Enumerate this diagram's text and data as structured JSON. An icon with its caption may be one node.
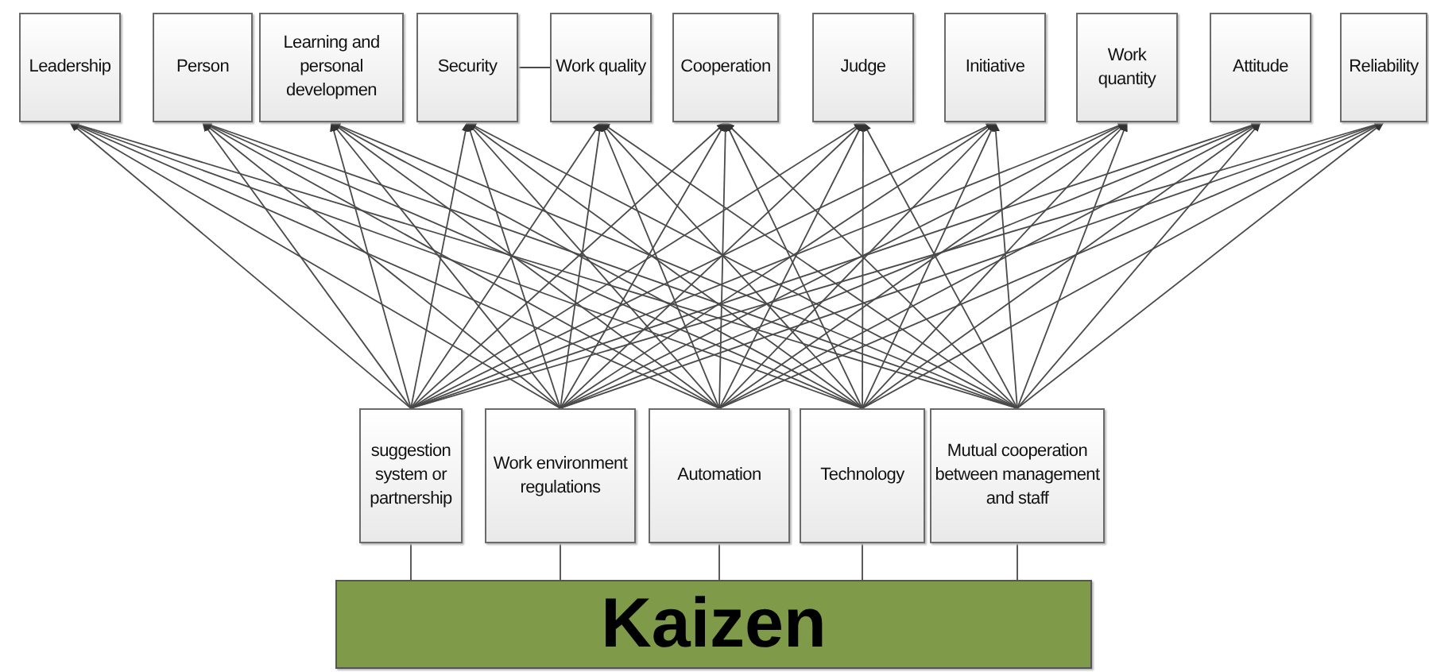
{
  "diagram": {
    "nodes": [
      {
        "text": [
          "Leadership"
        ]
      },
      {
        "text": [
          "Person"
        ]
      },
      {
        "text": [
          "Learning and personal developmen"
        ]
      },
      {
        "text": [
          "Security"
        ]
      },
      {
        "text": [
          "Work quality"
        ]
      },
      {
        "text": [
          "Cooperation"
        ]
      },
      {
        "text": [
          "Judge"
        ]
      },
      {
        "text": [
          "Initiative"
        ]
      },
      {
        "text": [
          "Work quantity"
        ]
      },
      {
        "text": [
          "Attitude"
        ]
      },
      {
        "text": [
          "Reliability"
        ]
      },
      {
        "text": [
          "suggestion system or partnership"
        ]
      },
      {
        "text": [
          "Work environment regulations"
        ]
      },
      {
        "text": [
          "Automation"
        ]
      },
      {
        "text": [
          "Technology"
        ]
      },
      {
        "text": [
          "Mutual cooperation between management and staff"
        ]
      },
      {
        "text": [
          "Kaizen"
        ]
      }
    ],
    "edges": [
      {
        "from": 16,
        "to": 11,
        "arrow": "none"
      },
      {
        "from": 16,
        "to": 12,
        "arrow": "none"
      },
      {
        "from": 16,
        "to": 13,
        "arrow": "none"
      },
      {
        "from": 16,
        "to": 14,
        "arrow": "none"
      },
      {
        "from": 16,
        "to": 15,
        "arrow": "none"
      },
      {
        "from": 3,
        "to": 4,
        "arrow": "none"
      },
      {
        "from": 11,
        "to": 0,
        "arrow": "to"
      },
      {
        "from": 11,
        "to": 1,
        "arrow": "to"
      },
      {
        "from": 11,
        "to": 2,
        "arrow": "to"
      },
      {
        "from": 11,
        "to": 3,
        "arrow": "to"
      },
      {
        "from": 11,
        "to": 4,
        "arrow": "to"
      },
      {
        "from": 11,
        "to": 5,
        "arrow": "to"
      },
      {
        "from": 11,
        "to": 6,
        "arrow": "to"
      },
      {
        "from": 11,
        "to": 7,
        "arrow": "to"
      },
      {
        "from": 11,
        "to": 8,
        "arrow": "to"
      },
      {
        "from": 11,
        "to": 9,
        "arrow": "to"
      },
      {
        "from": 11,
        "to": 10,
        "arrow": "to"
      },
      {
        "from": 12,
        "to": 0,
        "arrow": "to"
      },
      {
        "from": 12,
        "to": 1,
        "arrow": "to"
      },
      {
        "from": 12,
        "to": 2,
        "arrow": "to"
      },
      {
        "from": 12,
        "to": 3,
        "arrow": "to"
      },
      {
        "from": 12,
        "to": 4,
        "arrow": "to"
      },
      {
        "from": 12,
        "to": 5,
        "arrow": "to"
      },
      {
        "from": 12,
        "to": 6,
        "arrow": "to"
      },
      {
        "from": 12,
        "to": 7,
        "arrow": "to"
      },
      {
        "from": 12,
        "to": 8,
        "arrow": "to"
      },
      {
        "from": 12,
        "to": 9,
        "arrow": "to"
      },
      {
        "from": 12,
        "to": 10,
        "arrow": "to"
      },
      {
        "from": 13,
        "to": 0,
        "arrow": "to"
      },
      {
        "from": 13,
        "to": 1,
        "arrow": "to"
      },
      {
        "from": 13,
        "to": 2,
        "arrow": "to"
      },
      {
        "from": 13,
        "to": 3,
        "arrow": "to"
      },
      {
        "from": 13,
        "to": 4,
        "arrow": "to"
      },
      {
        "from": 13,
        "to": 5,
        "arrow": "to"
      },
      {
        "from": 13,
        "to": 6,
        "arrow": "to"
      },
      {
        "from": 13,
        "to": 7,
        "arrow": "to"
      },
      {
        "from": 13,
        "to": 8,
        "arrow": "to"
      },
      {
        "from": 13,
        "to": 9,
        "arrow": "to"
      },
      {
        "from": 13,
        "to": 10,
        "arrow": "to"
      },
      {
        "from": 14,
        "to": 0,
        "arrow": "to"
      },
      {
        "from": 14,
        "to": 1,
        "arrow": "to"
      },
      {
        "from": 14,
        "to": 2,
        "arrow": "to"
      },
      {
        "from": 14,
        "to": 3,
        "arrow": "to"
      },
      {
        "from": 14,
        "to": 4,
        "arrow": "to"
      },
      {
        "from": 14,
        "to": 5,
        "arrow": "to"
      },
      {
        "from": 14,
        "to": 6,
        "arrow": "to"
      },
      {
        "from": 14,
        "to": 7,
        "arrow": "to"
      },
      {
        "from": 14,
        "to": 8,
        "arrow": "to"
      },
      {
        "from": 14,
        "to": 9,
        "arrow": "to"
      },
      {
        "from": 14,
        "to": 10,
        "arrow": "to"
      },
      {
        "from": 15,
        "to": 0,
        "arrow": "to"
      },
      {
        "from": 15,
        "to": 1,
        "arrow": "to"
      },
      {
        "from": 15,
        "to": 2,
        "arrow": "to"
      },
      {
        "from": 15,
        "to": 3,
        "arrow": "to"
      },
      {
        "from": 15,
        "to": 4,
        "arrow": "to"
      },
      {
        "from": 15,
        "to": 5,
        "arrow": "to"
      },
      {
        "from": 15,
        "to": 6,
        "arrow": "to"
      },
      {
        "from": 15,
        "to": 7,
        "arrow": "to"
      },
      {
        "from": 15,
        "to": 8,
        "arrow": "to"
      },
      {
        "from": 15,
        "to": 9,
        "arrow": "to"
      },
      {
        "from": 15,
        "to": 10,
        "arrow": "to"
      }
    ]
  }
}
